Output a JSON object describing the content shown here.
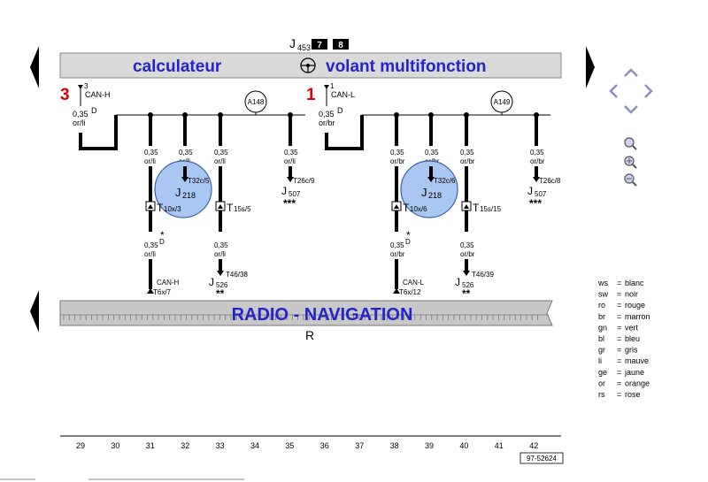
{
  "header": {
    "component_label": "J",
    "component_sub": "453",
    "tag_1": "7",
    "tag_2": "8",
    "title_left": "calculateur",
    "title_right": "volant multifonction",
    "center_icon": "steering-wheel-icon"
  },
  "left_block": {
    "pin_num": "3",
    "pin_sub": "3",
    "pin_name": "CAN-H",
    "wire_gauge": "0,35",
    "wire_d": "D",
    "wire_color": "or/li",
    "circle_ref": "A148",
    "branch_gauges": [
      "0,35",
      "0,35",
      "0,35",
      "0,35"
    ],
    "branch_colors": [
      "or/li",
      "or/li",
      "or/li",
      "or/li"
    ],
    "connector_j": "J",
    "connector_j_sub": "218",
    "t32": "T32c/5",
    "t10_t": "T",
    "t10": "10x/3",
    "t15_t": "T",
    "t15": "15s/5",
    "t26": "T26c/9",
    "j507": "J",
    "j507_sub": "507",
    "stars3": "***",
    "star1": "*",
    "d": "D",
    "lower_gauge_1": "0,35",
    "lower_color_1": "or/li",
    "lower_gauge_2": "0,35",
    "lower_color_2": "or/li",
    "can_label": "CAN-H",
    "t6": "T6x/7",
    "t46": "T46/38",
    "j526": "J",
    "j526_sub": "526",
    "stars2": "**"
  },
  "right_block": {
    "pin_num": "1",
    "pin_sub": "1",
    "pin_name": "CAN-L",
    "wire_gauge": "0,35",
    "wire_d": "D",
    "wire_color": "or/br",
    "circle_ref": "A149",
    "branch_gauges": [
      "0,35",
      "0,35",
      "0,35",
      "0,35"
    ],
    "branch_colors": [
      "or/br",
      "or/br",
      "or/br",
      "or/br"
    ],
    "connector_j": "J",
    "connector_j_sub": "218",
    "t32": "T32c/6",
    "t10_t": "T",
    "t10": "10x/6",
    "t15_t": "T",
    "t15": "15s/15",
    "t26": "T26c/8",
    "j507": "J",
    "j507_sub": "507",
    "stars3": "***",
    "star1": "*",
    "d": "D",
    "lower_gauge_1": "0,35",
    "lower_color_1": "or/br",
    "lower_gauge_2": "0,35",
    "lower_color_2": "or/br",
    "can_label": "CAN-L",
    "t6": "T6x/12",
    "t46": "T46/39",
    "j526": "J",
    "j526_sub": "526",
    "stars2": "**"
  },
  "radio_bar": {
    "title": "RADIO - NAVIGATION",
    "label": "R"
  },
  "scale": {
    "numbers": [
      "29",
      "30",
      "31",
      "32",
      "33",
      "34",
      "35",
      "36",
      "37",
      "38",
      "39",
      "40",
      "41",
      "42"
    ],
    "ref": "97-52624"
  },
  "legend": [
    {
      "code": "ws",
      "eq": "=",
      "name": "blanc"
    },
    {
      "code": "sw",
      "eq": "=",
      "name": "noir"
    },
    {
      "code": "ro",
      "eq": "=",
      "name": "rouge"
    },
    {
      "code": "br",
      "eq": "=",
      "name": "marron"
    },
    {
      "code": "gn",
      "eq": "=",
      "name": "vert"
    },
    {
      "code": "bl",
      "eq": "=",
      "name": "bleu"
    },
    {
      "code": "gr",
      "eq": "=",
      "name": "gris"
    },
    {
      "code": "li",
      "eq": "=",
      "name": "mauve"
    },
    {
      "code": "ge",
      "eq": "=",
      "name": "jaune"
    },
    {
      "code": "or",
      "eq": "=",
      "name": "orange"
    },
    {
      "code": "rs",
      "eq": "=",
      "name": "rose"
    }
  ],
  "controls": {
    "nav_icons": [
      "arrow-up-icon",
      "arrow-left-icon",
      "arrow-right-icon",
      "arrow-down-icon"
    ],
    "zoom_icons": [
      "zoom-icon",
      "zoom-in-icon",
      "zoom-out-icon"
    ],
    "page_icons": [
      "prev-page-icon",
      "next-page-icon",
      "prev-section-icon"
    ]
  },
  "colors": {
    "header_bg": "#d9d9d9",
    "title_blue": "#2424c8",
    "pin_red": "#e00000",
    "connector_fill": "#a9c7f2",
    "connector_stroke": "#3a5fa8",
    "bar_bg": "#c8c8c8"
  }
}
